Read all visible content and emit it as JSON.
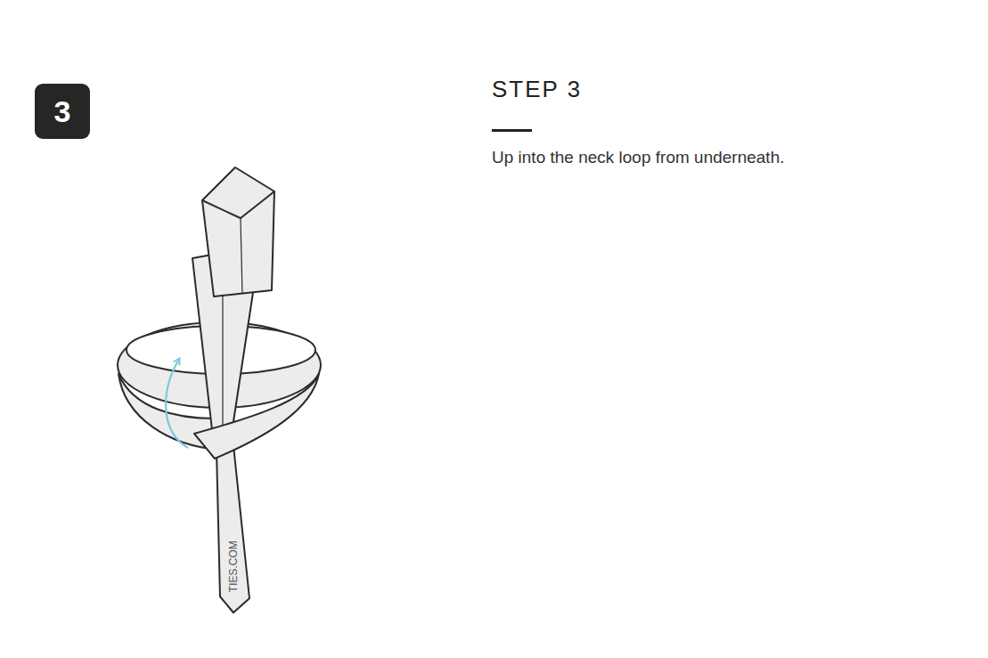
{
  "diagram": {
    "title": "STEP 3",
    "nodes": [
      {
        "text": [
          "3"
        ]
      }
    ],
    "labels": [
      "Up into the neck loop from underneath.",
      "TIES.COM"
    ]
  }
}
